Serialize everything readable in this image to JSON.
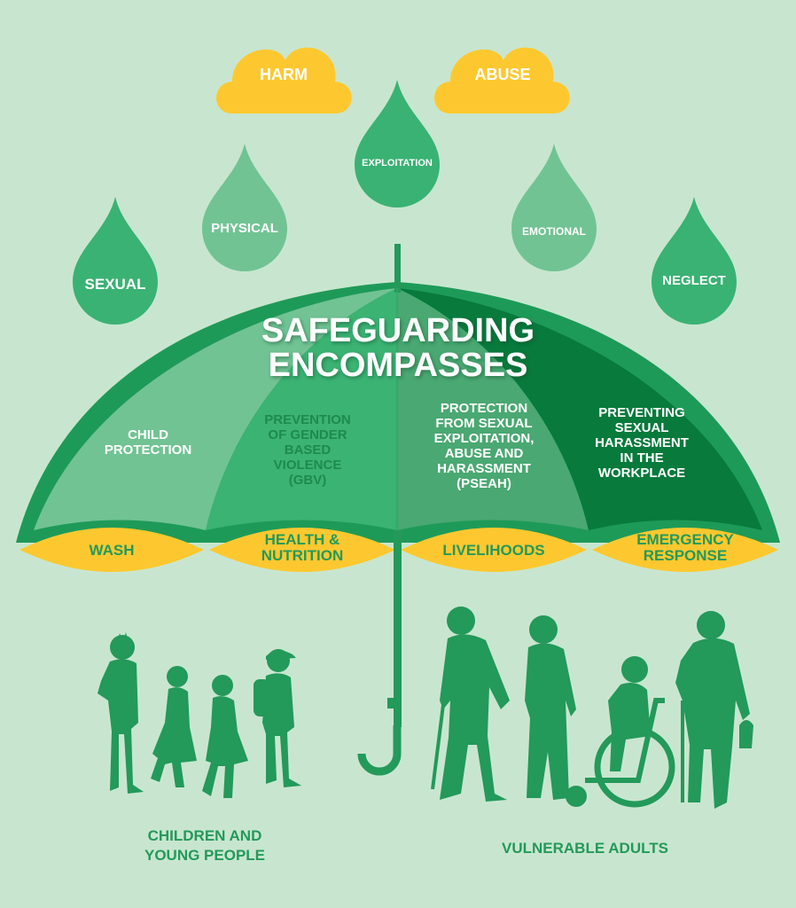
{
  "clouds": [
    "HARM",
    "ABUSE"
  ],
  "drops": {
    "sexual": "SEXUAL",
    "physical": "PHYSICAL",
    "exploitation": "EXPLOITATION",
    "emotional": "EMOTIONAL",
    "neglect": "NEGLECT"
  },
  "title": [
    "SAFEGUARDING",
    "ENCOMPASSES"
  ],
  "panels": {
    "child_protection": [
      "CHILD",
      "PROTECTION"
    ],
    "gbv": [
      "PREVENTION",
      "OF GENDER",
      "BASED",
      "VIOLENCE",
      "(GBV)"
    ],
    "pseah": [
      "PROTECTION",
      "FROM SEXUAL",
      "EXPLOITATION,",
      "ABUSE AND",
      "HARASSMENT",
      "(PSEAH)"
    ],
    "workplace": [
      "PREVENTING",
      "SEXUAL",
      "HARASSMENT",
      "IN THE",
      "WORKPLACE"
    ]
  },
  "sectors": {
    "wash": [
      "WASH"
    ],
    "health": [
      "HEALTH &",
      "NUTRITION"
    ],
    "livelihoods": [
      "LIVELIHOODS"
    ],
    "emergency": [
      "EMERGENCY",
      "RESPONSE"
    ]
  },
  "groups": {
    "children": [
      "CHILDREN AND",
      "YOUNG PEOPLE"
    ],
    "adults": [
      "VULNERABLE ADULTS"
    ]
  },
  "colors": {
    "background": "#c8e6cf",
    "yellow": "#fdc82f",
    "green_dark": "#077a3c",
    "green_mid": "#23995a",
    "green_light": "#71c394"
  }
}
